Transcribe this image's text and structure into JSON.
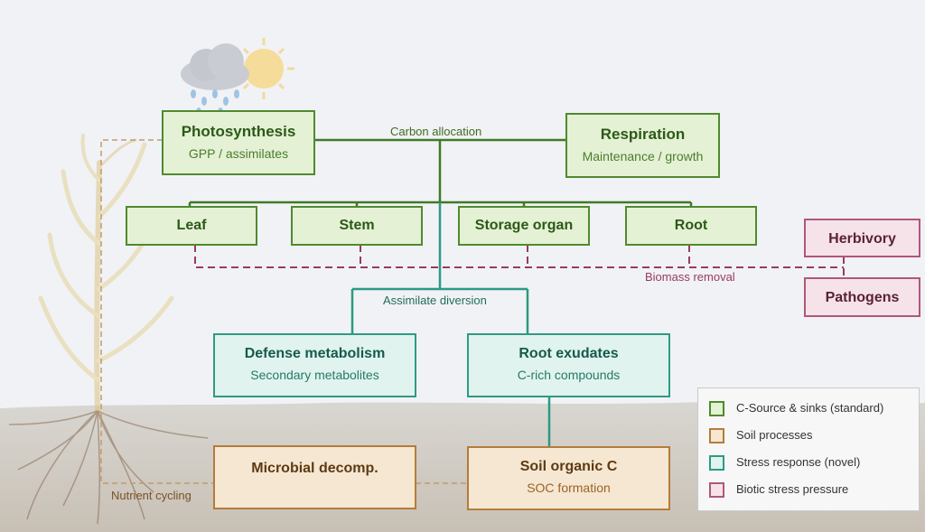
{
  "boxes": {
    "photosynthesis": {
      "title": "Photosynthesis",
      "subtitle": "GPP / assimilates"
    },
    "respiration": {
      "title": "Respiration",
      "subtitle": "Maintenance / growth"
    },
    "leaf": {
      "title": "Leaf"
    },
    "stem": {
      "title": "Stem"
    },
    "storage": {
      "title": "Storage organ"
    },
    "root": {
      "title": "Root"
    },
    "herbivory": {
      "title": "Herbivory"
    },
    "pathogens": {
      "title": "Pathogens"
    },
    "defense": {
      "title": "Defense metabolism",
      "subtitle": "Secondary metabolites"
    },
    "exudates": {
      "title": "Root exudates",
      "subtitle": "C-rich compounds"
    },
    "microbial": {
      "title": "Microbial decomp."
    },
    "soc": {
      "title": "Soil organic C",
      "subtitle": "SOC formation"
    }
  },
  "labels": {
    "carbon_allocation": "Carbon allocation",
    "assimilate_diversion": "Assimilate diversion",
    "biomass_removal": "Biomass removal",
    "nutrient_cycling": "Nutrient cycling"
  },
  "legend": [
    {
      "label": "C-Source & sinks (standard)",
      "fill": "#e4f1d5",
      "stroke": "#4f8a2f"
    },
    {
      "label": "Soil processes",
      "fill": "#f5e7d2",
      "stroke": "#b47c3b"
    },
    {
      "label": "Stress response (novel)",
      "fill": "#e0f3ee",
      "stroke": "#2f9a85"
    },
    {
      "label": "Biotic stress pressure",
      "fill": "#f6e3ea",
      "stroke": "#b0577a"
    }
  ],
  "colors": {
    "carbon": "#3f7a27",
    "stress": "#2a9a83",
    "biotic": "#9a3a62",
    "soil": "#b88a55"
  }
}
